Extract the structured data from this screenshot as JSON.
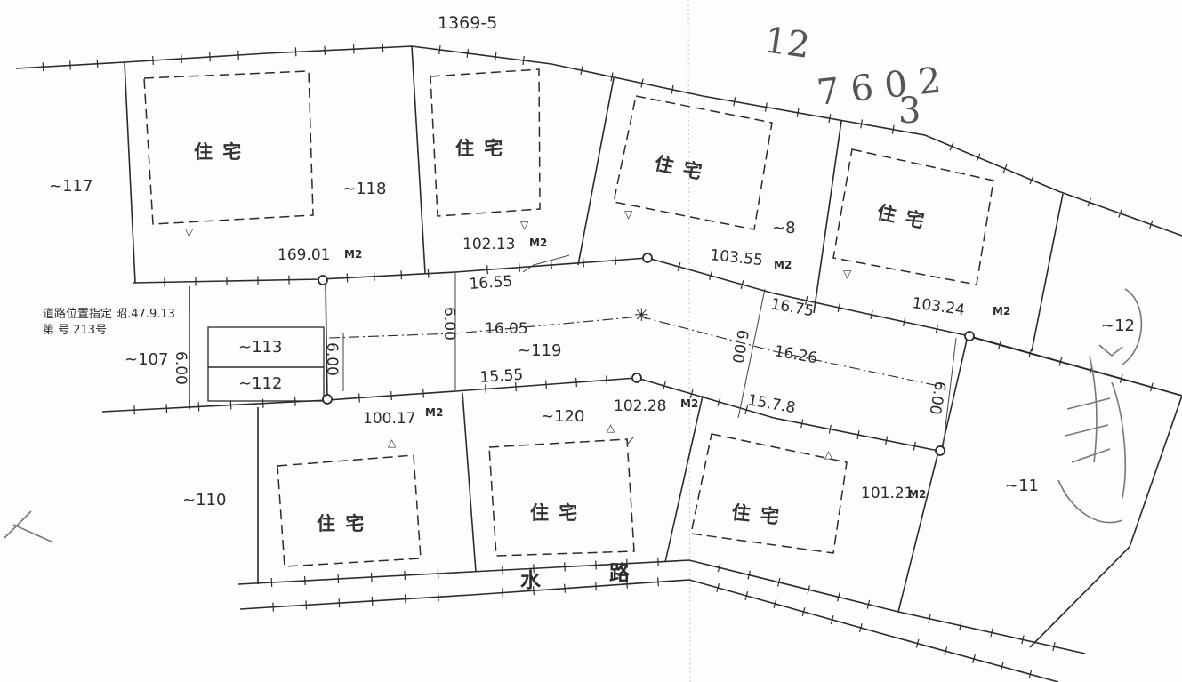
{
  "title_number": "1369-5",
  "handwriting": {
    "line1": "12",
    "line2": "7 6 0 2",
    "line3": "3"
  },
  "unit": "M2",
  "lots": [
    {
      "lot": "~117"
    },
    {
      "lot": "~118",
      "area": "169.01",
      "area_unit": "M2"
    },
    {
      "lot": "~113"
    },
    {
      "lot": "~112"
    },
    {
      "lot": "~107"
    },
    {
      "lot": "~119"
    },
    {
      "lot": "~8",
      "area": "103.55",
      "area_unit": "M2"
    },
    {
      "lot": "~12"
    },
    {
      "lot": "~11"
    },
    {
      "lot": "~110"
    },
    {
      "lot": "~120",
      "area": "100.17",
      "area_unit": "M2"
    }
  ],
  "areas": {
    "a102_13": "102.13",
    "a103_24": "103.24",
    "a102_28": "102.28",
    "a101_21": "101.21"
  },
  "house_label": "住 宅",
  "dimensions": {
    "d1655": "16.55",
    "d1605": "16.05",
    "d1555": "15.55",
    "d1675": "16.75",
    "d1626": "16.26",
    "d1578": "15.7.8",
    "w600a": "6.00",
    "w600b": "6.00",
    "w600c": "6.00",
    "w600d": "6.00",
    "w600e": "6.00"
  },
  "road_note": {
    "line1": "道路位置指定 昭.47.9.13",
    "line2": "第 号 213号"
  },
  "waterway_label": [
    "水",
    "路"
  ],
  "triangle_marker": "△",
  "triangle_marker_down": "▽"
}
